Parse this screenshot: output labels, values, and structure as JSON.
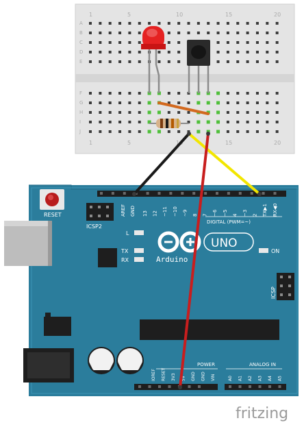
{
  "breadboard": {
    "column_numbers": [
      "1",
      "5",
      "10",
      "15",
      "20"
    ],
    "top_row_letters": [
      "A",
      "B",
      "C",
      "D",
      "E"
    ],
    "bottom_row_letters": [
      "F",
      "G",
      "H",
      "I",
      "J"
    ],
    "color": "#e6e6e6"
  },
  "arduino": {
    "reset_label": "RESET",
    "icsp2_label": "ICSP2",
    "icsp_label": "ICSP",
    "aref_label": "AREF",
    "gnd_label": "GND",
    "digital_pins": [
      "13",
      "12",
      "~11",
      "~10",
      "~9",
      "8",
      "7",
      "~6",
      "~5",
      "4",
      "~3",
      "2",
      "TX▶1",
      "RX◀0"
    ],
    "digital_label": "DIGITAL (PWM=~)",
    "led_l": "L",
    "led_tx": "TX",
    "led_rx": "RX",
    "on_label": "ON",
    "brand": "Arduino",
    "model": "UNO",
    "power_label": "POWER",
    "power_pins": [
      "IOREF",
      "RESET",
      "3V3",
      "5V",
      "GND",
      "GND",
      "VIN"
    ],
    "analog_label": "ANALOG IN",
    "analog_pins": [
      "A0",
      "A1",
      "A2",
      "A3",
      "A4",
      "A5"
    ],
    "board_color": "#2b7d9c"
  },
  "wires": {
    "gnd_color": "#1a1a1a",
    "signal_color": "#f2e600",
    "power_color": "#c81e1e",
    "jumper_color": "#d2691e"
  },
  "watermark": "fritzing"
}
